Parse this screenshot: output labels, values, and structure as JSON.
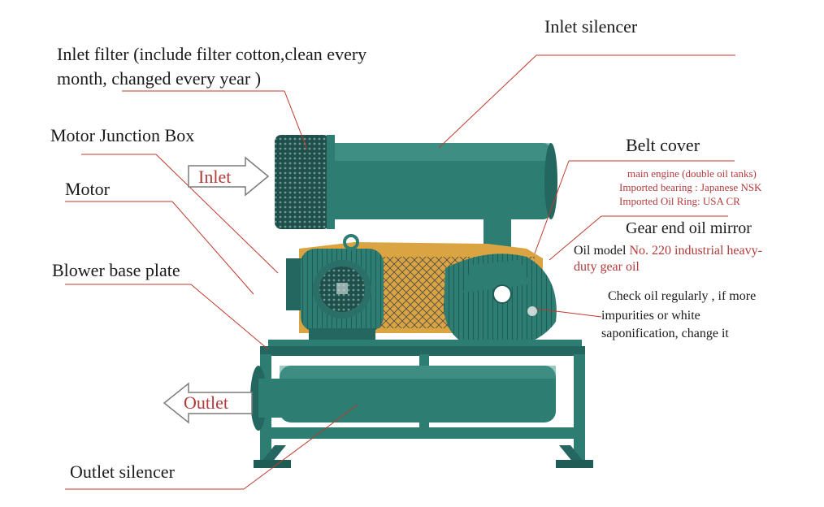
{
  "labels": {
    "inlet_filter_line1": "Inlet filter (include filter cotton,clean every",
    "inlet_filter_line2": "month, changed every year )",
    "inlet_silencer": "Inlet silencer",
    "motor_junction_box": "Motor Junction Box",
    "motor": "Motor",
    "blower_base_plate": "Blower base plate",
    "outlet_silencer": "Outlet silencer",
    "belt_cover": "Belt cover",
    "main_engine": "main engine  (double oil  tanks)",
    "imported_bearing": "Imported bearing : Japanese NSK",
    "imported_oil_ring": "Imported Oil Ring: USA CR",
    "gear_end_oil_mirror": "Gear end oil mirror",
    "oil_model_prefix": "Oil model",
    "oil_model_value_line1": "No. 220 industrial heavy-",
    "oil_model_value_line2": "duty gear oil",
    "check_oil_line1": "Check oil regularly , if  more",
    "check_oil_line2": "impurities or white",
    "check_oil_line3": "saponification, change it"
  },
  "arrows": {
    "inlet": "Inlet",
    "outlet": "Outlet"
  },
  "colors": {
    "machine_green": "#2e7d73",
    "machine_dark": "#1f5c55",
    "accent_red": "#b23a3a",
    "leader_line": "#c0392b",
    "frame_orange": "#d9a441"
  }
}
